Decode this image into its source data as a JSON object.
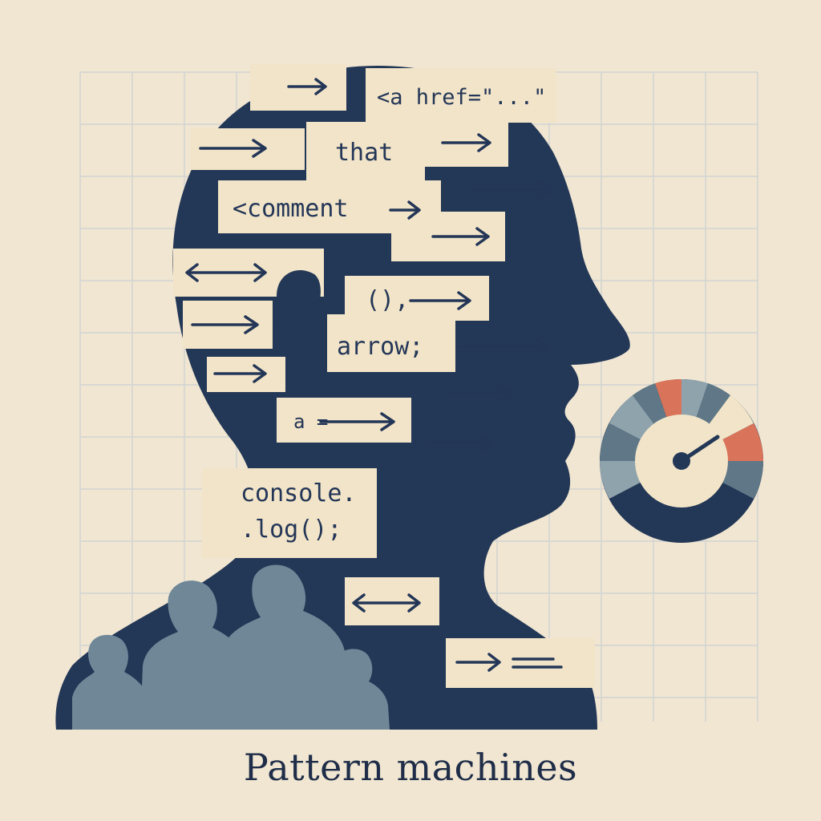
{
  "caption": "Pattern machines",
  "snippets": {
    "href": "<a href=\"...\"",
    "that": "that",
    "comment": "<comment",
    "paren": "(),",
    "arrow": "arrow;",
    "assign": "a =",
    "console_line1": "console.",
    "console_line2": ".log();"
  },
  "icons": {
    "gauge": "gauge-icon",
    "arrow": "right-arrow-icon",
    "double_arrow": "double-arrow-icon"
  },
  "colors": {
    "paper": "#f0e6d2",
    "ink_navy": "#233756",
    "crowd_gray": "#6f8797",
    "label_cream": "#f1e4c8",
    "gauge_red": "#d9735a",
    "gauge_slate": "#5f7786",
    "gauge_gray": "#8fa3ad"
  }
}
